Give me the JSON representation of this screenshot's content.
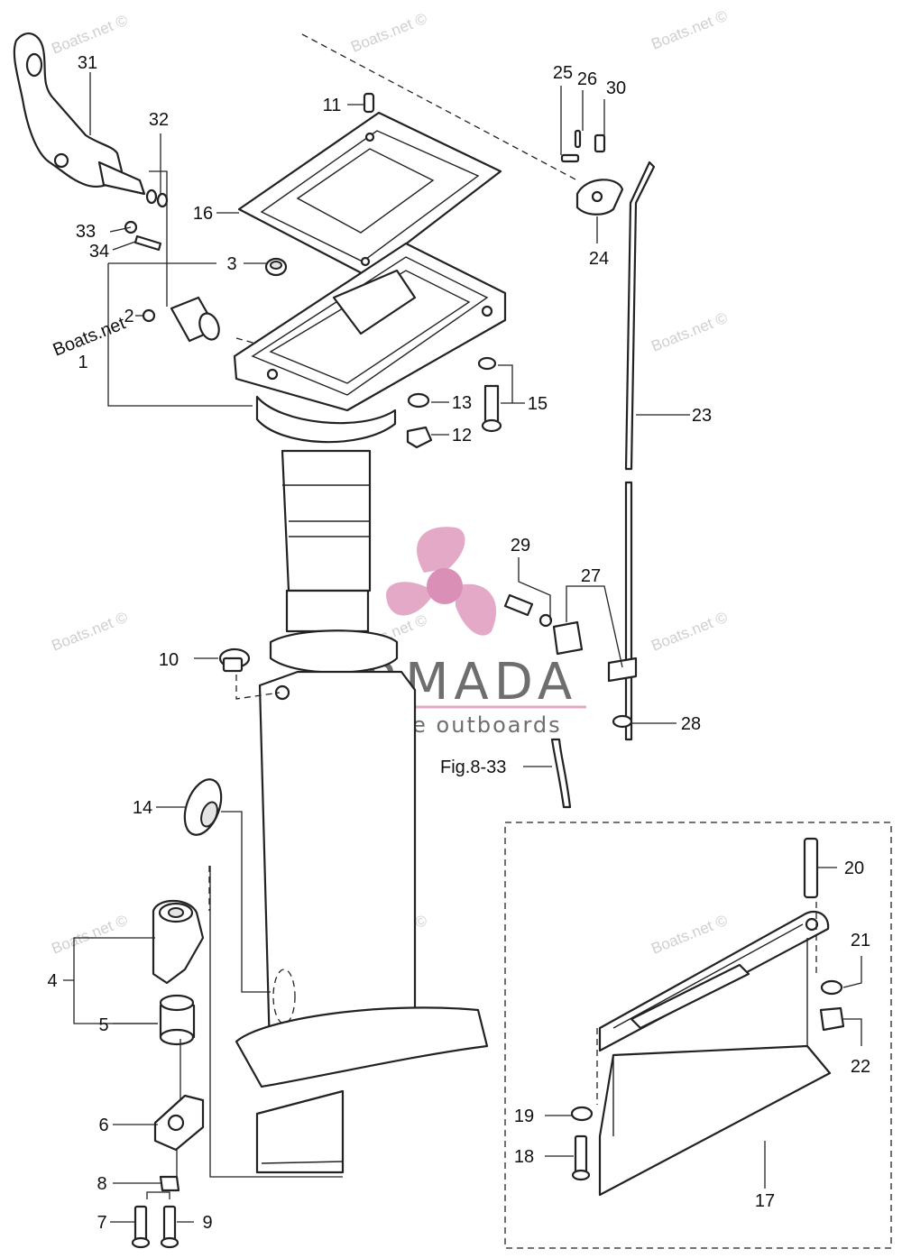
{
  "watermark": "Boats.net ©",
  "side_label": "Boats.net",
  "brand": {
    "name": "ARMADA",
    "tagline": "marine outboards",
    "logo_color": "#e3a9c7",
    "text_color": "#6e6e6e"
  },
  "reference": "Fig.8-33",
  "callouts": [
    "1",
    "2",
    "3",
    "4",
    "5",
    "6",
    "7",
    "8",
    "9",
    "10",
    "11",
    "12",
    "13",
    "14",
    "15",
    "16",
    "17",
    "18",
    "19",
    "20",
    "21",
    "22",
    "23",
    "24",
    "25",
    "26",
    "27",
    "28",
    "29",
    "30",
    "31",
    "32",
    "33",
    "34"
  ],
  "colors": {
    "line": "#222222",
    "background": "#ffffff",
    "watermark": "#cfcfcf"
  }
}
